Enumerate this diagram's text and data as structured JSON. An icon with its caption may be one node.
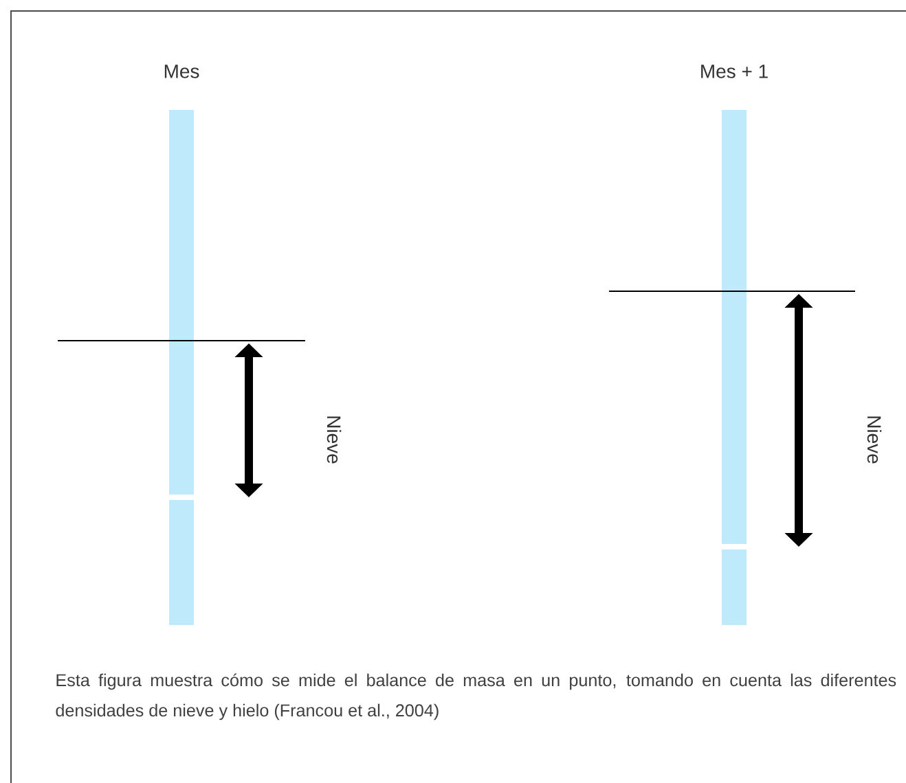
{
  "diagram": {
    "caption": "Esta figura muestra cómo se mide el balance de masa en un punto, tomando en cuenta las diferentes densidades de nieve y hielo (Francou et al., 2004)",
    "labels": [
      "Mes",
      "Mes + 1",
      "Nieve",
      "Nieve"
    ]
  }
}
